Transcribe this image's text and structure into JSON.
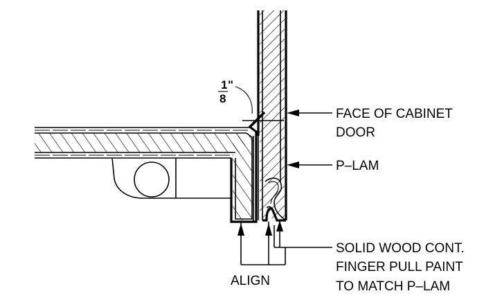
{
  "labels": {
    "dimension_numerator": "1",
    "dimension_denominator": "8",
    "dimension_inch_mark": "\"",
    "face_line1": "FACE OF CABINET",
    "face_line2": "DOOR",
    "plam": "P–LAM",
    "solid_line1": "SOLID WOOD CONT.",
    "solid_line2": "FINGER PULL PAINT",
    "solid_line3": "TO MATCH P–LAM",
    "align": "ALIGN"
  },
  "colors": {
    "line": "#000000",
    "background": "#ffffff"
  }
}
